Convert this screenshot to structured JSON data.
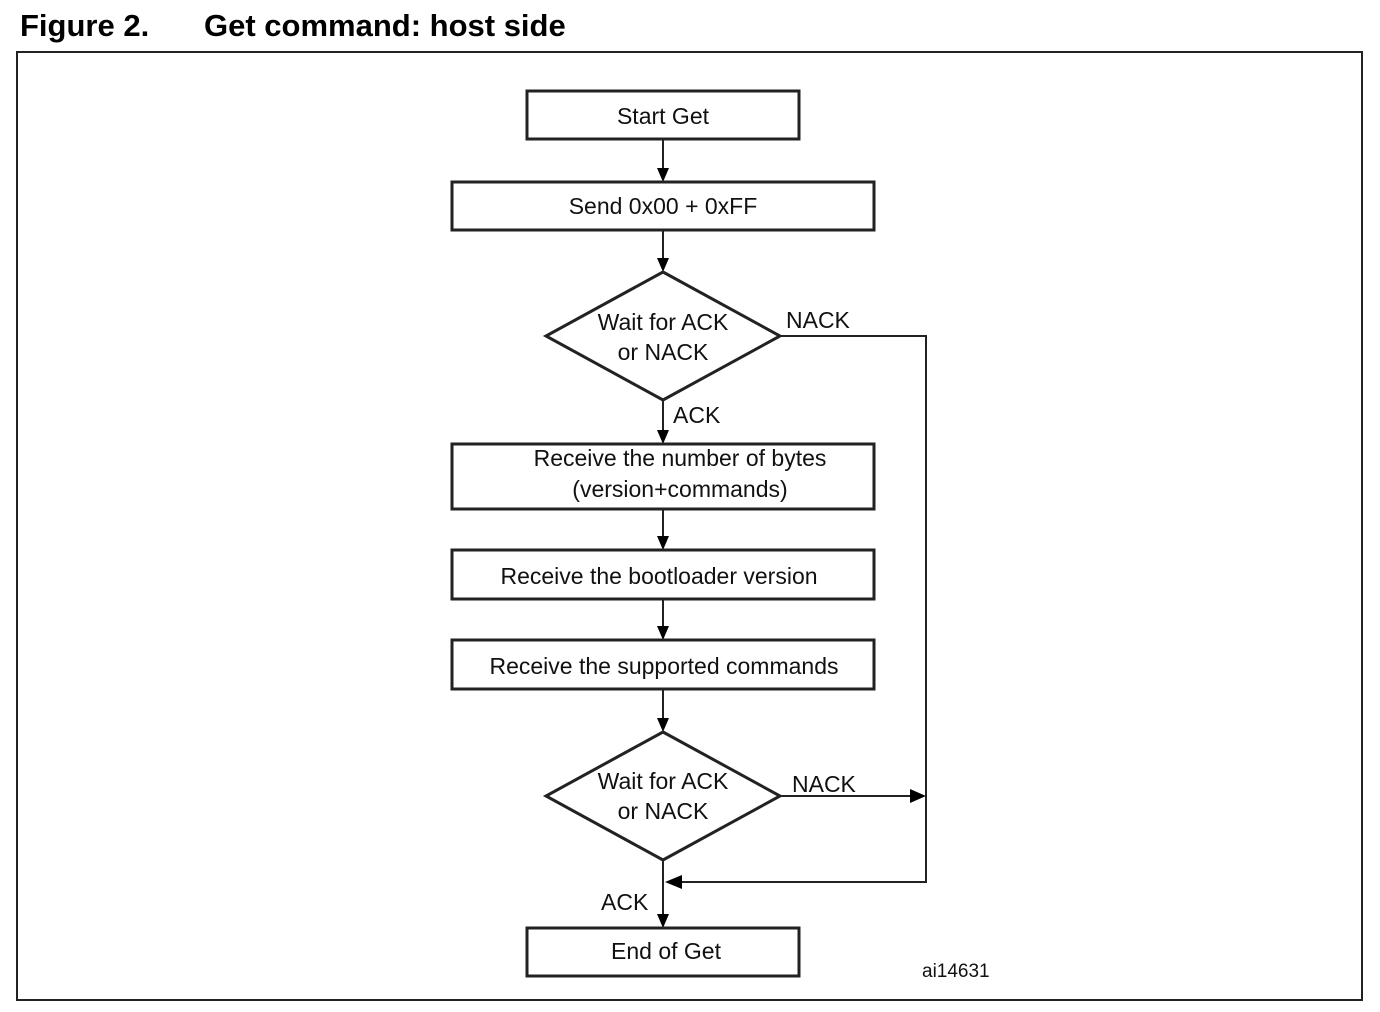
{
  "figure": {
    "number": "Figure 2.",
    "title": "Get command: host side"
  },
  "flowchart": {
    "start": "Start Get",
    "send": "Send 0x00 + 0xFF",
    "wait1": [
      "Wait for ACK",
      "or NACK"
    ],
    "receive_bytes": [
      "Receive the number of bytes",
      "(version+commands)"
    ],
    "receive_version": "Receive the bootloader version",
    "receive_commands": "Receive the supported commands",
    "wait2": [
      "Wait for ACK",
      "or NACK"
    ],
    "end": "End of Get"
  },
  "labels": {
    "nack_1": "NACK",
    "ack_1": "ACK",
    "nack_2": "NACK",
    "ack_2": "ACK"
  },
  "reference": "ai14631"
}
